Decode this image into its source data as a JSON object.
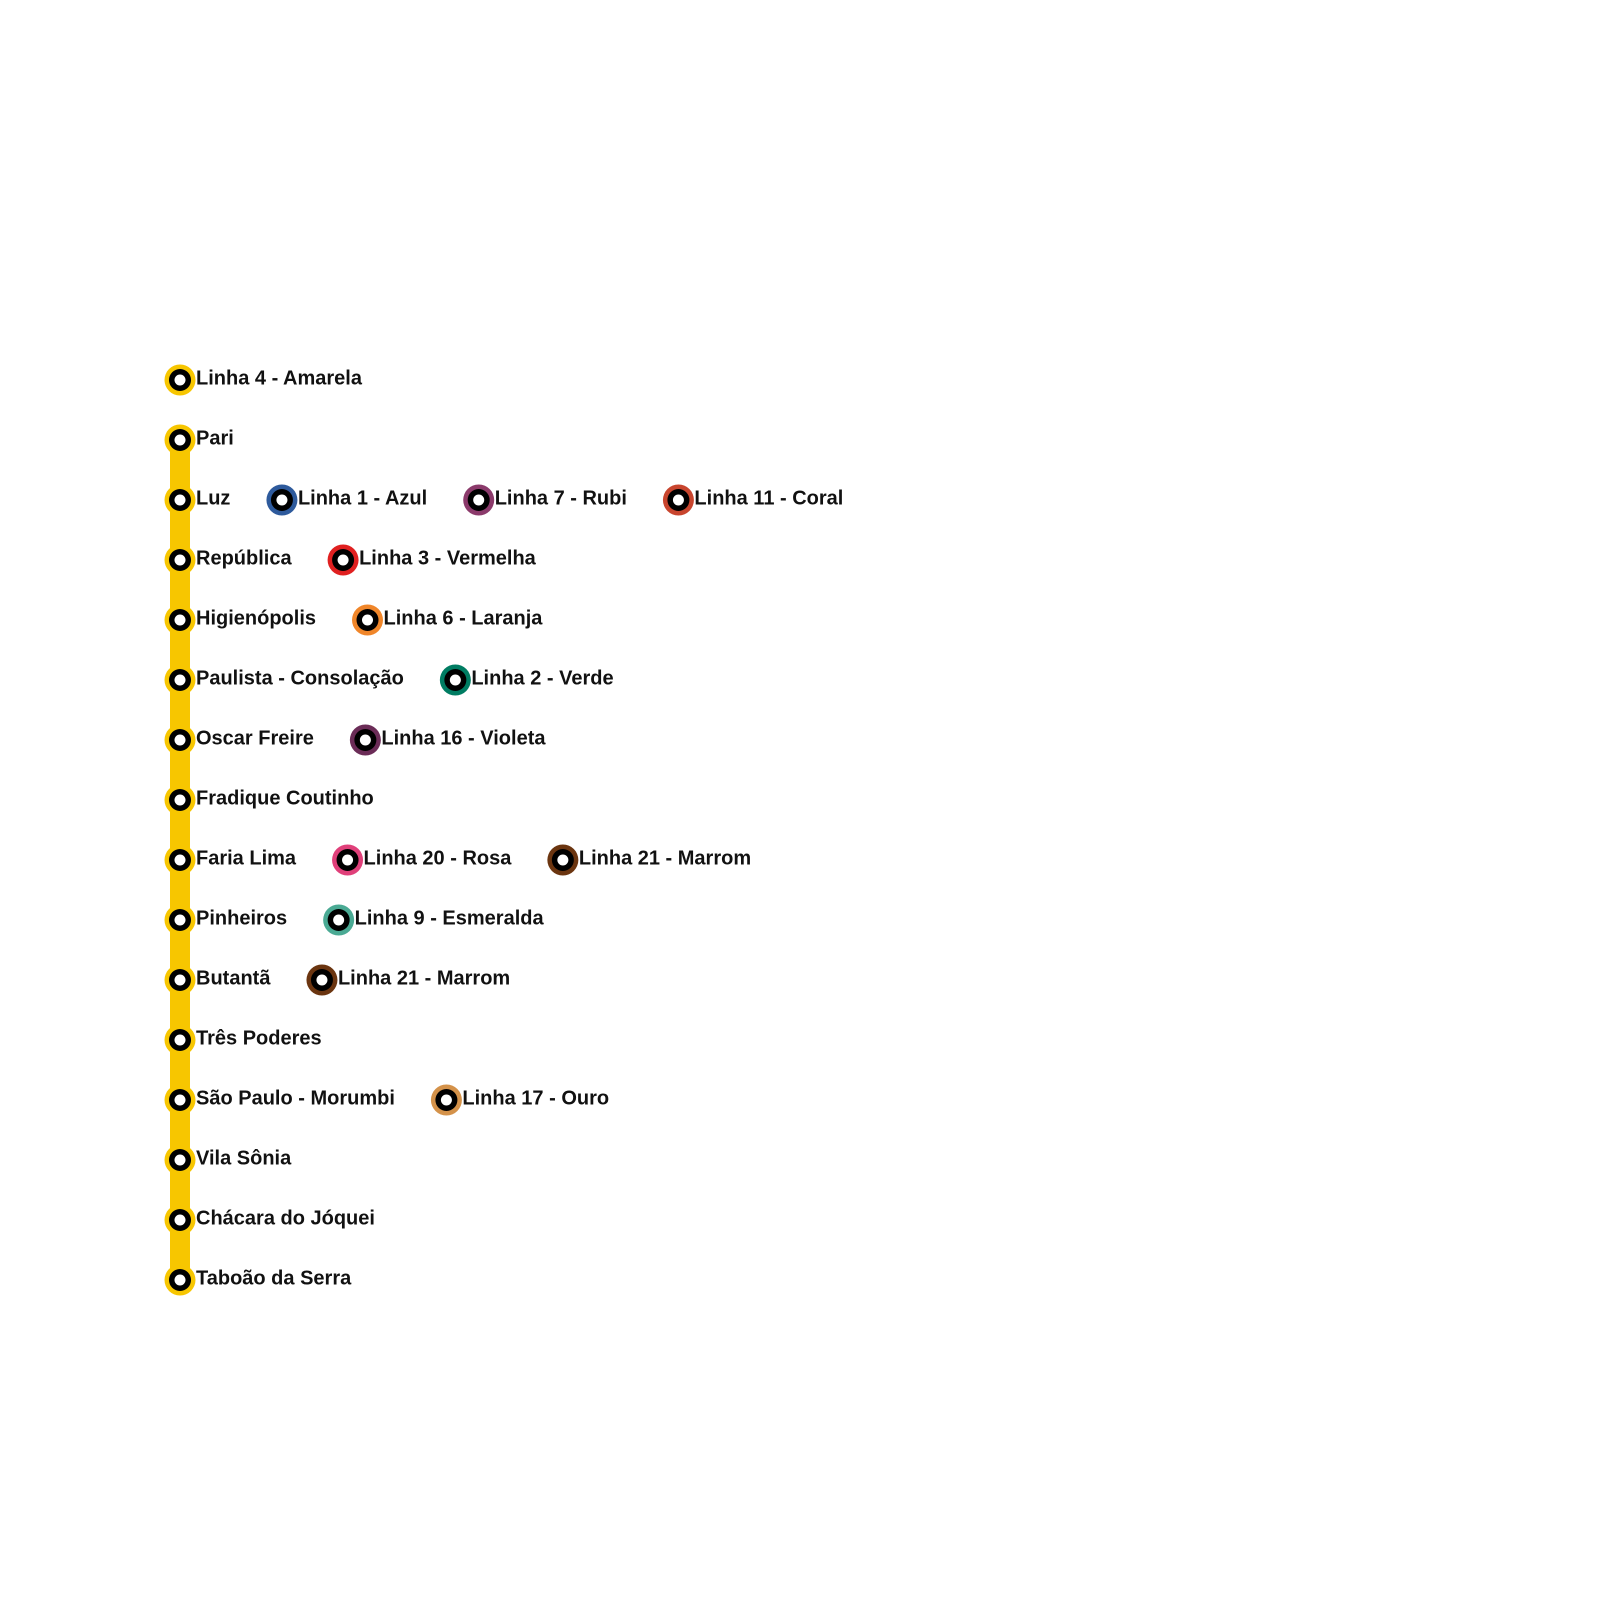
{
  "line": {
    "name": "Linha 4 - Amarela",
    "color": "#F7C600"
  },
  "stations": [
    {
      "name": "Pari",
      "connections": []
    },
    {
      "name": "Luz",
      "connections": [
        {
          "name": "Linha 1 - Azul",
          "color": "#2E5A9C"
        },
        {
          "name": "Linha 7 - Rubi",
          "color": "#8B3A6B"
        },
        {
          "name": "Linha 11 - Coral",
          "color": "#C8452E"
        }
      ]
    },
    {
      "name": "República",
      "connections": [
        {
          "name": "Linha 3 - Vermelha",
          "color": "#E02020"
        }
      ]
    },
    {
      "name": "Higienópolis",
      "connections": [
        {
          "name": "Linha 6 - Laranja",
          "color": "#F0862A"
        }
      ]
    },
    {
      "name": "Paulista - Consolação",
      "connections": [
        {
          "name": "Linha 2 - Verde",
          "color": "#007C62"
        }
      ]
    },
    {
      "name": "Oscar Freire",
      "connections": [
        {
          "name": "Linha 16 - Violeta",
          "color": "#6B2C57"
        }
      ]
    },
    {
      "name": "Fradique Coutinho",
      "connections": []
    },
    {
      "name": "Faria Lima",
      "connections": [
        {
          "name": "Linha 20 - Rosa",
          "color": "#E0407A"
        },
        {
          "name": "Linha 21 - Marrom",
          "color": "#6B3510"
        }
      ]
    },
    {
      "name": "Pinheiros",
      "connections": [
        {
          "name": "Linha 9 - Esmeralda",
          "color": "#4AAA94"
        }
      ]
    },
    {
      "name": "Butantã",
      "connections": [
        {
          "name": "Linha 21 - Marrom",
          "color": "#6B3510"
        }
      ]
    },
    {
      "name": "Três Poderes",
      "connections": []
    },
    {
      "name": "São Paulo - Morumbi",
      "connections": [
        {
          "name": "Linha 17 - Ouro",
          "color": "#D4924A"
        }
      ]
    },
    {
      "name": "Vila Sônia",
      "connections": []
    },
    {
      "name": "Chácara do Jóquei",
      "connections": []
    },
    {
      "name": "Taboão da Serra",
      "connections": []
    }
  ]
}
